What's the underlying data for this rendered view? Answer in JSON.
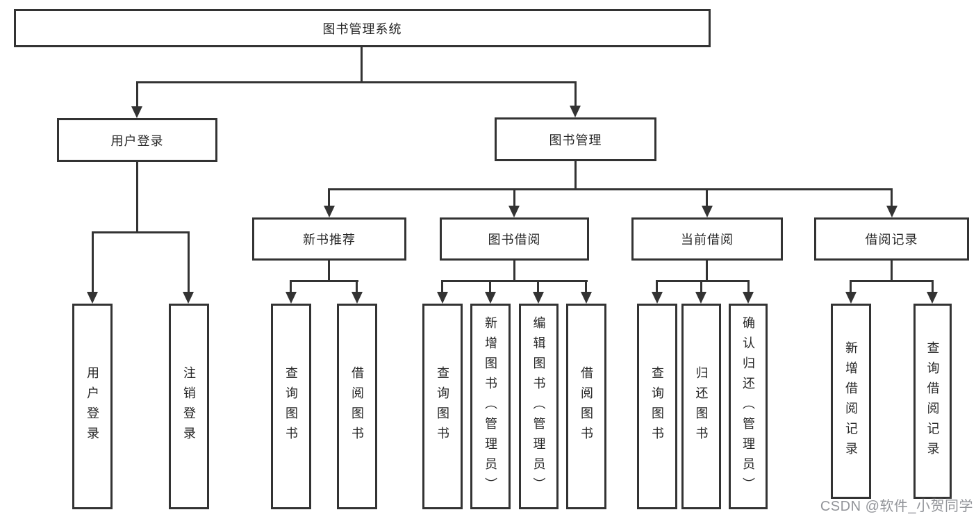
{
  "diagram": {
    "root": {
      "label": "图书管理系统"
    },
    "branches": [
      {
        "label": "用户登录",
        "children": [
          {
            "label": "用户登录"
          },
          {
            "label": "注销登录"
          }
        ]
      },
      {
        "label": "图书管理",
        "children": [
          {
            "label": "新书推荐",
            "children": [
              {
                "label": "查询图书"
              },
              {
                "label": "借阅图书"
              }
            ]
          },
          {
            "label": "图书借阅",
            "children": [
              {
                "label": "查询图书"
              },
              {
                "label": "新增图书（管理员）"
              },
              {
                "label": "编辑图书（管理员）"
              },
              {
                "label": "借阅图书"
              }
            ]
          },
          {
            "label": "当前借阅",
            "children": [
              {
                "label": "查询图书"
              },
              {
                "label": "归还图书"
              },
              {
                "label": "确认归还（管理员）"
              }
            ]
          },
          {
            "label": "借阅记录",
            "children": [
              {
                "label": "新增借阅记录"
              },
              {
                "label": "查询借阅记录"
              }
            ]
          }
        ]
      }
    ]
  },
  "watermark": {
    "text": "CSDN @软件_小贺同学"
  },
  "colors": {
    "line": "#333333",
    "box_border": "#333333",
    "text": "#262626",
    "background": "#ffffff",
    "watermark": "#7a7c82"
  }
}
